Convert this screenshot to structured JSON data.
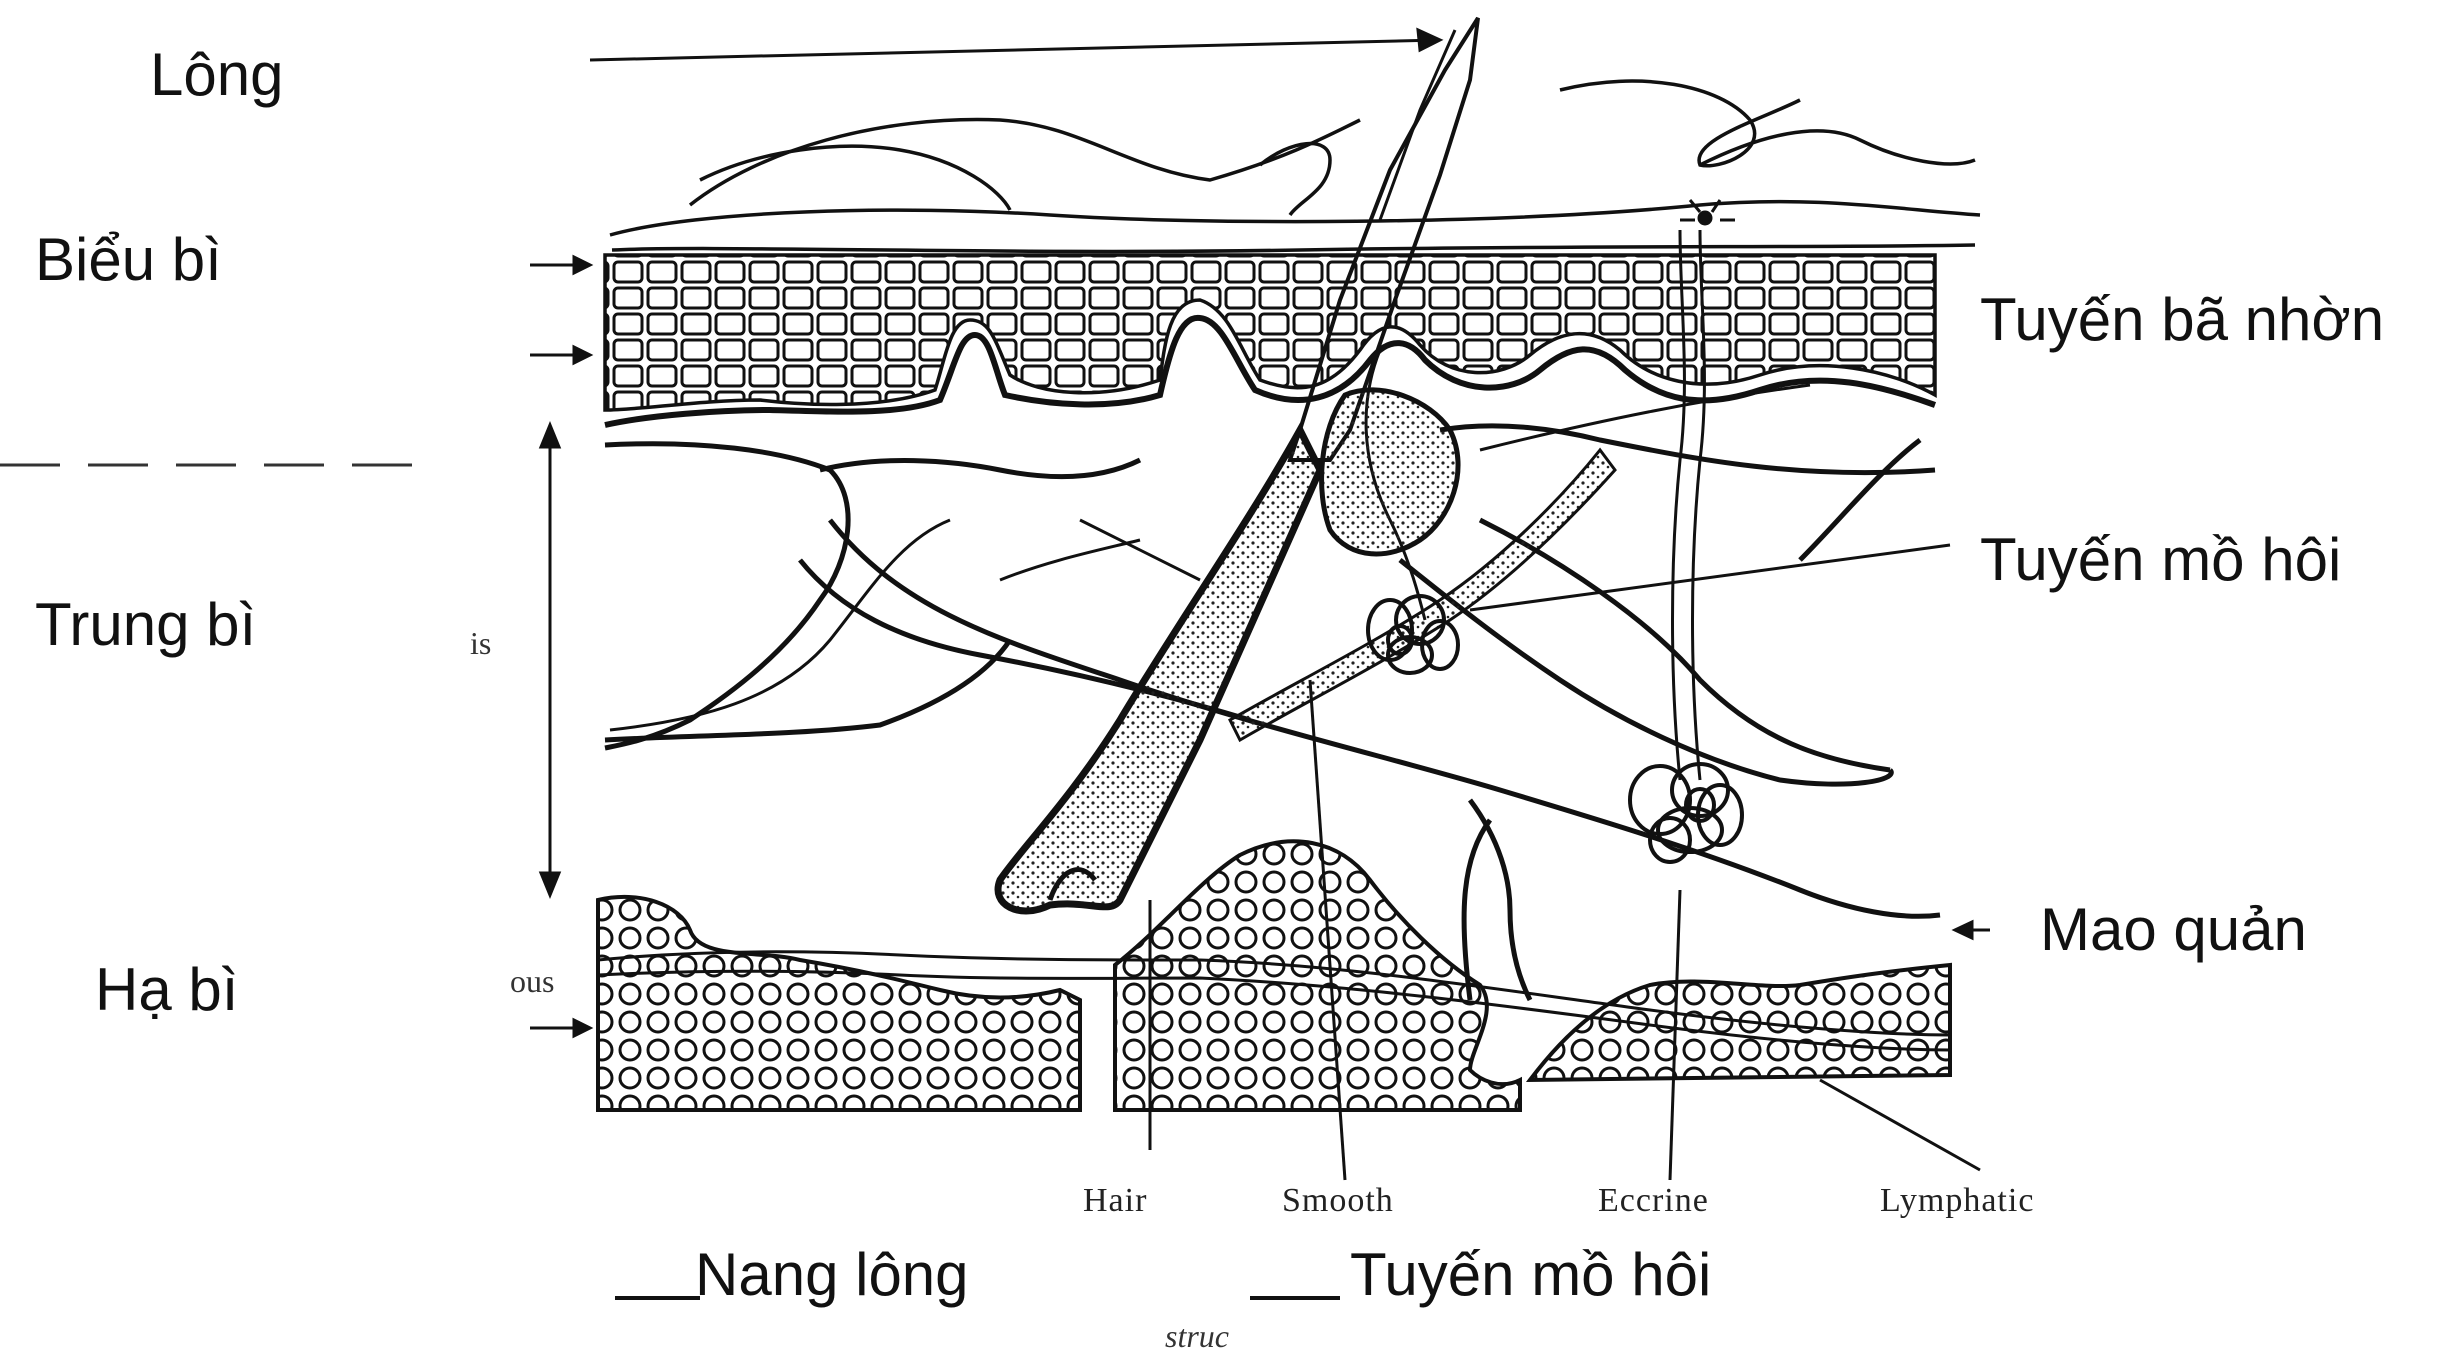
{
  "labels": {
    "long": "Lông",
    "bieu_bi": "Biểu bì",
    "trung_bi": "Trung bì",
    "ha_bi": "Hạ bì",
    "tuyen_ba_nhon": "Tuyến bã nhờn",
    "tuyen_mo_hoi_right": "Tuyến mồ hôi",
    "mao_quan": "Mao quản",
    "nang_long": "Nang lông",
    "tuyen_mo_hoi_bottom": "Tuyến mồ hôi"
  },
  "residual_english": {
    "is": "is",
    "ous": "ous",
    "hair": "Hair",
    "smooth": "Smooth",
    "eccrine": "Eccrine",
    "lymphatic": "Lymphatic",
    "struc": "struc"
  },
  "colors": {
    "ink": "#111111",
    "background": "#ffffff"
  }
}
